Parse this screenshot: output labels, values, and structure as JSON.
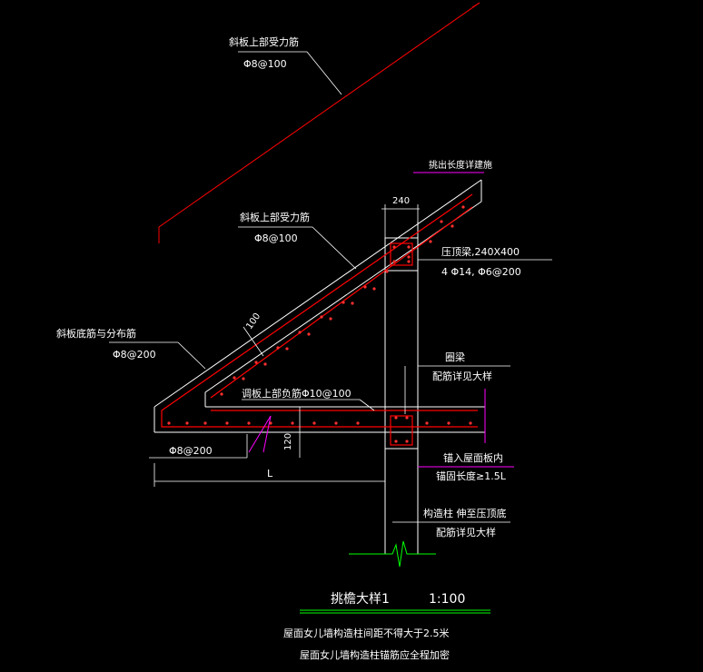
{
  "labels": {
    "top_rebar": "斜板上部受力筋",
    "top_rebar_spec": "Φ8@100",
    "inner_top_rebar": "斜板上部受力筋",
    "inner_top_rebar_spec": "Φ8@100",
    "bottom_rebar": "斜板底筋与分布筋",
    "bottom_rebar_spec": "Φ8@200",
    "pick_out": "挑出长度详建施",
    "dim_240": "240",
    "pressure_beam": "压顶梁,240X400",
    "pressure_beam_spec": "4 Φ14, Φ6@200",
    "ring_beam": "圈梁",
    "ring_beam_note": "配筋详见大样",
    "slab_top_rebar": "调板上部负筋Φ10@100",
    "slab_bottom_spec": "Φ8@200",
    "dim_120": "120",
    "dim_L": "L",
    "anchor_1": "锚入屋面板内",
    "anchor_2": "锚固长度≥1.5L",
    "column_1": "构造柱 伸至压顶底",
    "column_2": "配筋详见大样",
    "thickness": "100"
  },
  "title": {
    "name": "挑檐大样1",
    "scale": "1:100"
  },
  "notes": {
    "line1": "屋面女儿墙构造柱间距不得大于2.5米",
    "line2": "屋面女儿墙构造柱锚筋应全程加密"
  },
  "colors": {
    "concrete": "#ffffff",
    "rebar": "#ff0000",
    "leader": "#ffffff",
    "dim": "#ffffff",
    "column": "#00ff00",
    "accent": "#ff00ff",
    "slash": "#ff0000"
  }
}
